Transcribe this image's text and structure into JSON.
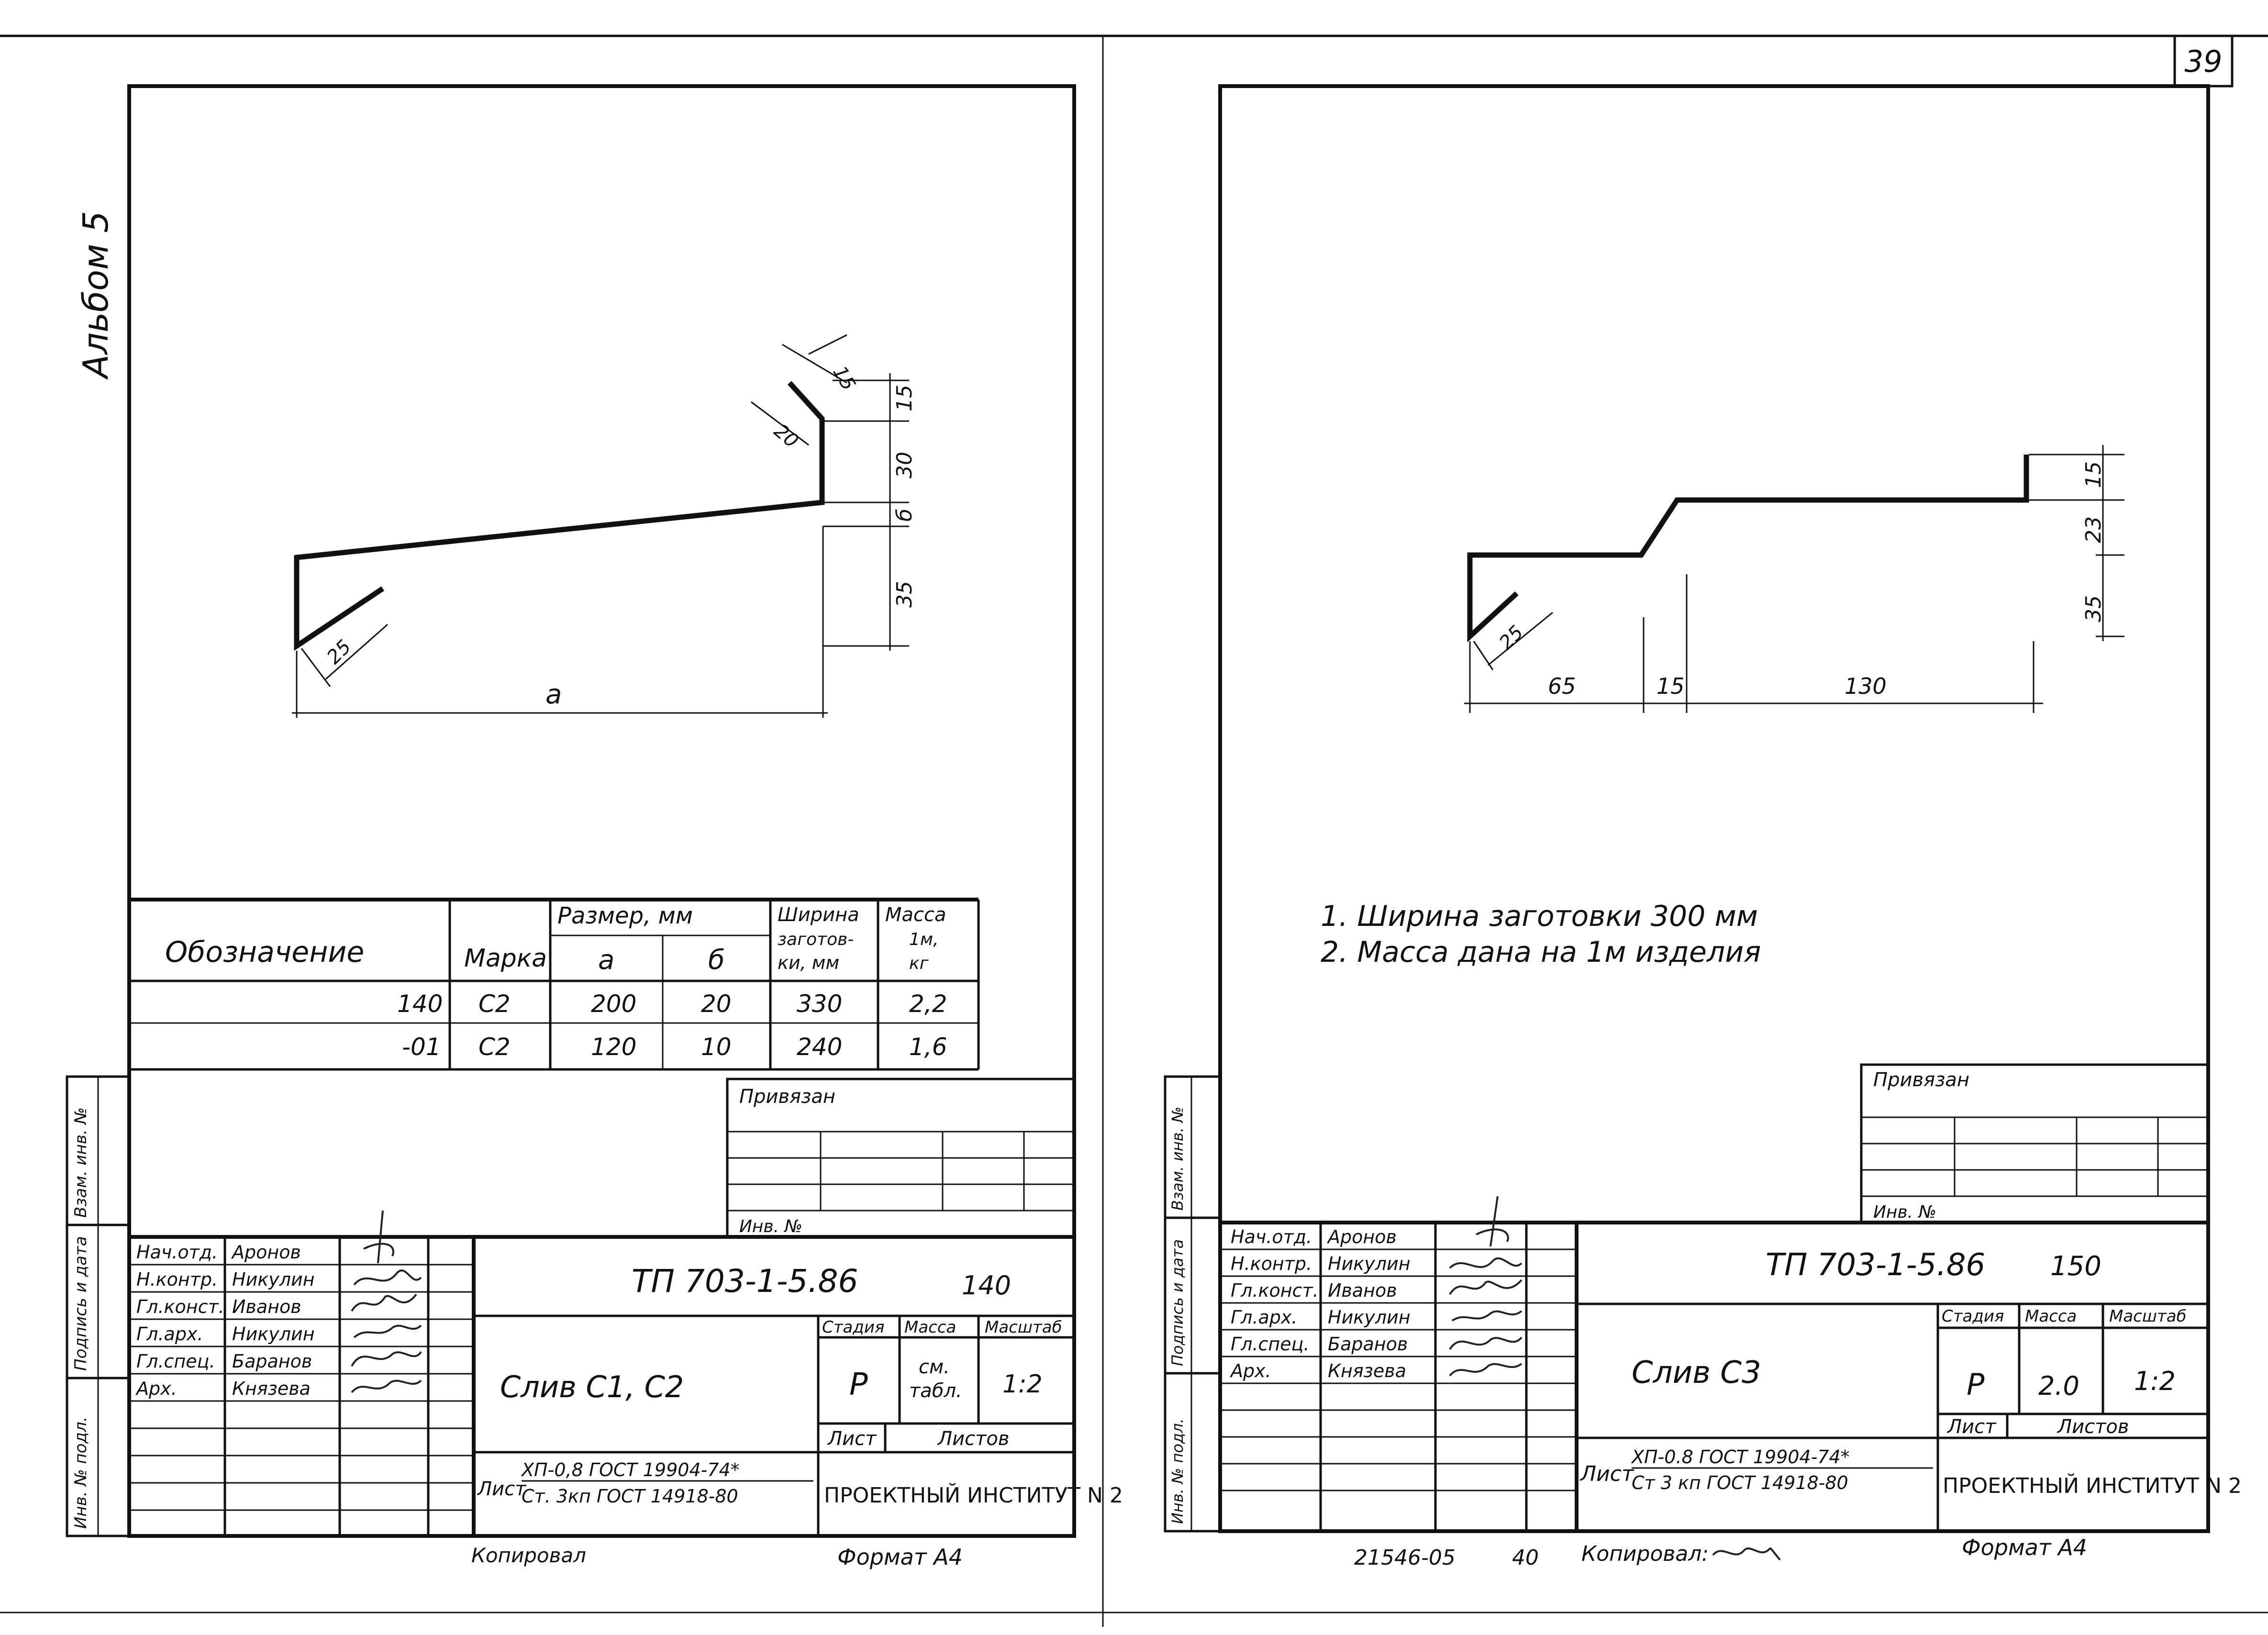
{
  "page_number": "39",
  "album": "Альбом 5",
  "left_sheet": {
    "dims": {
      "d15a": "15",
      "d20": "20",
      "d15b": "15",
      "d30": "30",
      "d_b": "б",
      "d35": "35",
      "d25": "25",
      "d_a": "a"
    },
    "spec_table": {
      "headers": {
        "designation": "Обозначение",
        "mark": "Марка",
        "size": "Размер, мм",
        "a": "a",
        "b": "б",
        "blank_width_l1": "Ширина",
        "blank_width_l2": "заготов-",
        "blank_width_l3": "ки, мм",
        "mass_l1": "Масса",
        "mass_l2": "1м,",
        "mass_l3": "кг"
      },
      "rows": [
        {
          "designation": "140",
          "mark": "С2",
          "a": "200",
          "b": "20",
          "width": "330",
          "mass": "2,2"
        },
        {
          "designation": "-01",
          "mark": "С2",
          "a": "120",
          "b": "10",
          "width": "240",
          "mass": "1,6"
        }
      ]
    },
    "stamp": {
      "privyazan": "Привязан",
      "inv_no": "Инв. №",
      "doc_code": "ТП 703-1-5.86",
      "doc_num": "140",
      "title": "Слив С1, С2",
      "stage_h": "Стадия",
      "mass_h": "Масса",
      "scale_h": "Масштаб",
      "stage": "Р",
      "mass_l1": "см.",
      "mass_l2": "табл.",
      "scale": "1:2",
      "sheet_h": "Лист",
      "sheets_h": "Листов",
      "list_label": "Лист",
      "material_l1": "ХП-0,8 ГОСТ 19904-74*",
      "material_l2": "Ст. 3кп ГОСТ 14918-80",
      "org": "ПРОЕКТНЫЙ ИНСТИТУТ N 2",
      "roles": [
        "Нач.отд.",
        "Н.контр.",
        "Гл.конст.",
        "Гл.арх.",
        "Гл.спец.",
        "Арх."
      ],
      "names": [
        "Аронов",
        "Никулин",
        "Иванов",
        "Никулин",
        "Баранов",
        "Князева"
      ]
    },
    "side_labels": {
      "vzam": "Взам. инв. №",
      "podpis": "Подпись и дата",
      "podl": "Инв. № подл."
    },
    "footer": {
      "copied": "Копировал",
      "format": "Формат А4"
    }
  },
  "right_sheet": {
    "dims": {
      "d15": "15",
      "d23": "23",
      "d35": "35",
      "d25": "25",
      "d65": "65",
      "d15b": "15",
      "d130": "130"
    },
    "notes": [
      "1. Ширина заготовки 300 мм",
      "2. Масса дана на 1м изделия"
    ],
    "stamp": {
      "privyazan": "Привязан",
      "inv_no": "Инв. №",
      "doc_code": "ТП 703-1-5.86",
      "doc_num": "150",
      "title": "Слив С3",
      "stage_h": "Стадия",
      "mass_h": "Масса",
      "scale_h": "Масштаб",
      "stage": "Р",
      "mass": "2.0",
      "scale": "1:2",
      "sheet_h": "Лист",
      "sheets_h": "Листов",
      "list_label": "Лист",
      "material_l1": "ХП-0.8 ГОСТ 19904-74*",
      "material_l2": "Ст 3 кп ГОСТ 14918-80",
      "org": "ПРОЕКТНЫЙ ИНСТИТУТ N 2",
      "roles": [
        "Нач.отд.",
        "Н.контр.",
        "Гл.конст.",
        "Гл.арх.",
        "Гл.спец.",
        "Арх."
      ],
      "names": [
        "Аронов",
        "Никулин",
        "Иванов",
        "Никулин",
        "Баранов",
        "Князева"
      ]
    },
    "side_labels": {
      "vzam": "Взам. инв. №",
      "podpis": "Подпись и дата",
      "podl": "Инв. № подл."
    },
    "footer": {
      "number": "21546-05",
      "number2": "40",
      "copied": "Копировал:",
      "format": "Формат А4"
    }
  }
}
